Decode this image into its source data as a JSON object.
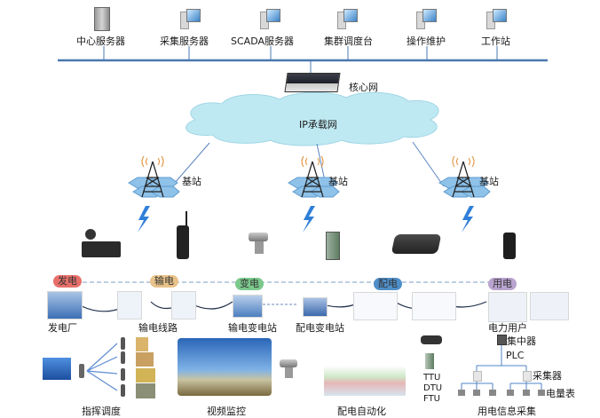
{
  "title": "电力无线专网系统架构",
  "top_row": {
    "items": [
      {
        "label": "中心服务器",
        "icon": "server-tower-icon"
      },
      {
        "label": "采集服务器",
        "icon": "workstation-icon"
      },
      {
        "label": "SCADA服务器",
        "icon": "workstation-icon"
      },
      {
        "label": "集群调度台",
        "icon": "workstation-icon"
      },
      {
        "label": "操作维护",
        "icon": "workstation-icon"
      },
      {
        "label": "工作站",
        "icon": "workstation-icon"
      }
    ]
  },
  "core": {
    "label": "核心网",
    "icon": "core-switch-icon"
  },
  "cloud": {
    "label": "IP承载网"
  },
  "base_stations": [
    {
      "label": "基站"
    },
    {
      "label": "基站"
    },
    {
      "label": "基站"
    }
  ],
  "terminals": [
    {
      "name": "vehicle-radio-icon"
    },
    {
      "name": "handheld-radio-icon"
    },
    {
      "name": "camera-icon"
    },
    {
      "name": "wireless-module-icon"
    },
    {
      "name": "cpe-terminal-icon"
    },
    {
      "name": "data-terminal-icon"
    }
  ],
  "power_chain": {
    "stages": [
      {
        "label": "发电",
        "color": "#e8706a"
      },
      {
        "label": "输电",
        "color": "#e9c28a"
      },
      {
        "label": "变电",
        "color": "#7cc98c"
      },
      {
        "label": "配电",
        "color": "#4f8fc9"
      },
      {
        "label": "用电",
        "color": "#b9a3cf"
      }
    ],
    "nodes": [
      {
        "label": "发电厂"
      },
      {
        "label": "输电线路"
      },
      {
        "label": "输电变电站"
      },
      {
        "label": "配电变电站"
      },
      {
        "label": "电力用户"
      }
    ]
  },
  "applications": {
    "dispatch": {
      "label": "指挥调度"
    },
    "video": {
      "label": "视频监控"
    },
    "distribution": {
      "label": "配电自动化",
      "terminals": [
        "TTU",
        "DTU",
        "FTU"
      ]
    },
    "metering": {
      "label": "用电信息采集",
      "concentrator": "集中器",
      "plc": "PLC",
      "collector": "采集器",
      "meter": "电量表"
    }
  },
  "colors": {
    "bus_line": "#4a78b0",
    "link_line": "#3d6db0",
    "cloud_fill": "#bfe9f2",
    "lightning": "#2f7fd8",
    "hex_fill": "#8fc2e8"
  }
}
